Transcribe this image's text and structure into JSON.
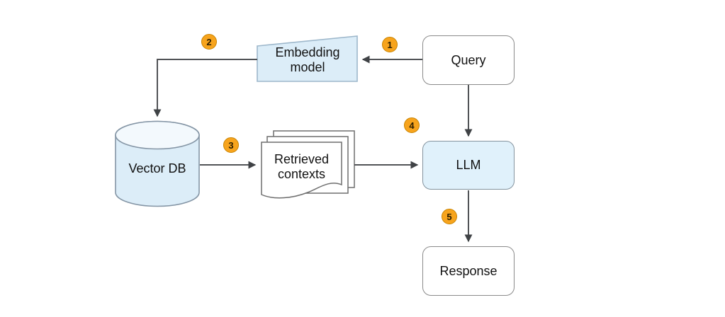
{
  "diagram": {
    "background": "#ffffff",
    "arrow_color": "#515356",
    "nodes": {
      "query": {
        "label": "Query",
        "fill": "#ffffff",
        "shape": "rounded-rectangle"
      },
      "embedding_model": {
        "label": "Embedding model",
        "fill": "#dcedf8",
        "shape": "manual-input-trapezoid"
      },
      "vector_db": {
        "label": "Vector DB",
        "fill": "#dcedf8",
        "shape": "cylinder"
      },
      "retrieved_contexts": {
        "label": "Retrieved contexts",
        "fill": "#ffffff",
        "shape": "stacked-documents"
      },
      "llm": {
        "label": "LLM",
        "fill": "#e0f1fb",
        "shape": "rounded-rectangle"
      },
      "response": {
        "label": "Response",
        "fill": "#ffffff",
        "shape": "rounded-rectangle"
      }
    },
    "step_badges": {
      "fill": "#f7a41d",
      "border": "#c98400",
      "numbers": [
        "1",
        "2",
        "3",
        "4",
        "5"
      ]
    },
    "connections": [
      {
        "from": "query",
        "to": "embedding_model",
        "step": "1"
      },
      {
        "from": "embedding_model",
        "to": "vector_db",
        "step": "2"
      },
      {
        "from": "vector_db",
        "to": "retrieved_contexts",
        "step": "3"
      },
      {
        "from": "retrieved_contexts",
        "to": "llm",
        "step": ""
      },
      {
        "from": "query",
        "to": "llm",
        "step": "4"
      },
      {
        "from": "llm",
        "to": "response",
        "step": "5"
      }
    ]
  }
}
